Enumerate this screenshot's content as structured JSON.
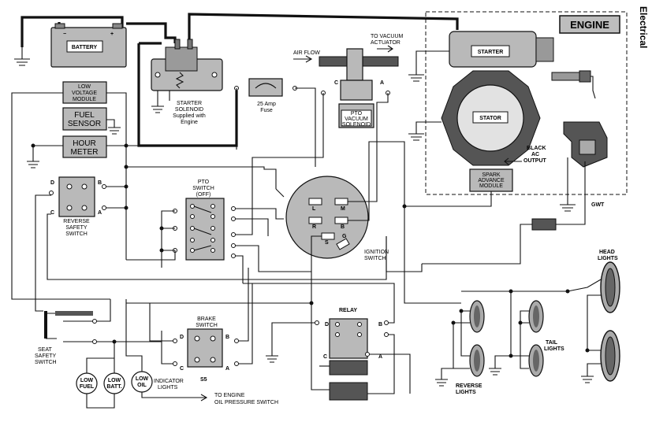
{
  "title": "Electrical",
  "engine_label": "ENGINE",
  "components": {
    "battery": "BATTERY",
    "starter_solenoid": [
      "STARTER",
      "SOLENOID",
      "Supplied with",
      "Engine"
    ],
    "air_flow": "AIR FLOW",
    "vacuum": [
      "TO VACUUM",
      "ACTUATOR"
    ],
    "fuse": [
      "25 Amp",
      "Fuse"
    ],
    "pto_solenoid": [
      "PTO",
      "VACUUM",
      "SOLENOID"
    ],
    "starter": "STARTER",
    "stator": "STATOR",
    "black_ac": [
      "BLACK",
      "AC",
      "OUTPUT"
    ],
    "spark_advance": [
      "SPARK",
      "ADVANCE",
      "MODULE"
    ],
    "gwt": "GWT",
    "low_voltage": [
      "LOW",
      "VOLTAGE",
      "MODULE"
    ],
    "fuel_sensor": [
      "FUEL",
      "SENSOR"
    ],
    "hour_meter": [
      "HOUR",
      "METER"
    ],
    "reverse_safety": [
      "REVERSE",
      "SAFETY",
      "SWITCH"
    ],
    "pto_switch": [
      "PTO",
      "SWITCH",
      "(OFF)"
    ],
    "ignition": [
      "IGNITION",
      "SWITCH"
    ],
    "head_lights": [
      "HEAD",
      "LIGHTS"
    ],
    "relay": "RELAY",
    "brake_switch": [
      "BRAKE",
      "SWITCH"
    ],
    "s5": "S5",
    "seat_safety": [
      "SEAT",
      "SAFETY",
      "SWITCH"
    ],
    "low_fuel": [
      "LOW",
      "FUEL"
    ],
    "low_batt": [
      "LOW",
      "BATT."
    ],
    "low_oil": [
      "LOW",
      "OIL"
    ],
    "indicator_lights": [
      "INDICATOR",
      "LIGHTS"
    ],
    "oil_pressure": [
      "TO ENGINE",
      "OIL PRESSURE SWITCH"
    ],
    "reverse_lights": [
      "REVERSE",
      "LIGHTS"
    ],
    "tail_lights": [
      "TAIL",
      "LIGHTS"
    ]
  },
  "terminals": {
    "c": "C",
    "a": "A",
    "d": "D",
    "b": "B",
    "l": "L",
    "m": "M",
    "r": "R",
    "s": "S",
    "g": "G"
  }
}
